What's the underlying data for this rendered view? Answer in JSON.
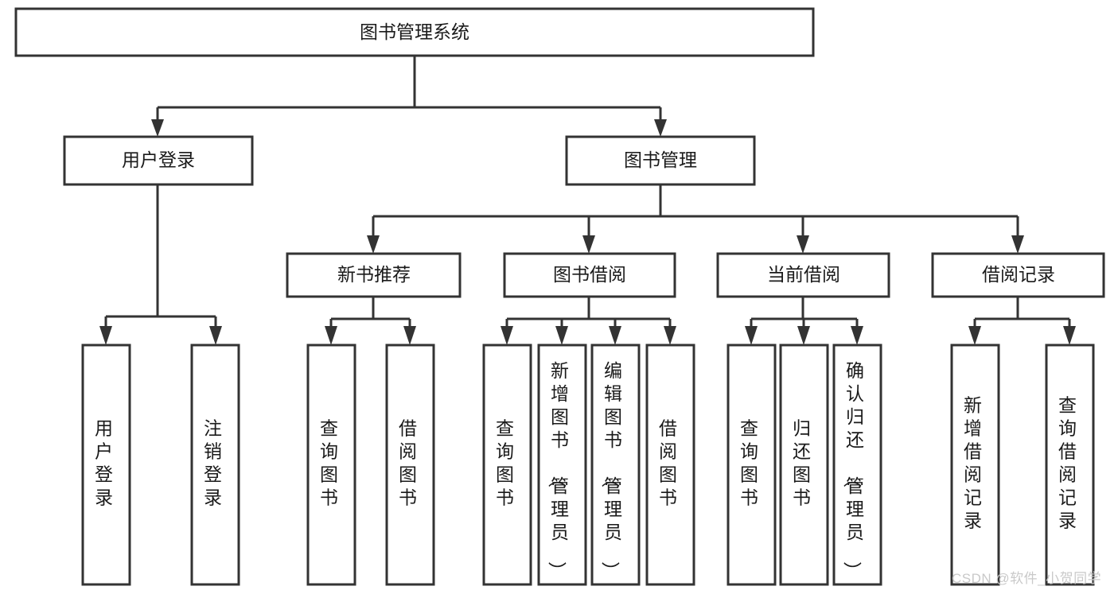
{
  "diagram": {
    "title": "图书管理系统",
    "type": "tree-hierarchy-diagram",
    "colors": {
      "box_stroke": "#333333",
      "box_fill": "#ffffff",
      "text": "#1a1a1a",
      "background": "#ffffff",
      "watermark": "#c9c9c9"
    },
    "root": {
      "label": "图书管理系统"
    },
    "level2": [
      {
        "label": "用户登录"
      },
      {
        "label": "图书管理"
      }
    ],
    "level3": [
      {
        "label": "新书推荐"
      },
      {
        "label": "图书借阅"
      },
      {
        "label": "当前借阅"
      },
      {
        "label": "借阅记录"
      }
    ],
    "leaves": {
      "user_login": [
        {
          "label": "用户登录"
        },
        {
          "label": "注销登录"
        }
      ],
      "new_book_recommend": [
        {
          "label": "查询图书"
        },
        {
          "label": "借阅图书"
        }
      ],
      "book_borrow": [
        {
          "label": "查询图书"
        },
        {
          "label": "新增图书（管理员）"
        },
        {
          "label": "编辑图书（管理员）"
        },
        {
          "label": "借阅图书"
        }
      ],
      "current_borrow": [
        {
          "label": "查询图书"
        },
        {
          "label": "归还图书"
        },
        {
          "label": "确认归还（管理员）"
        }
      ],
      "borrow_record": [
        {
          "label": "新增借阅记录"
        },
        {
          "label": "查询借阅记录"
        }
      ]
    }
  },
  "watermark": {
    "text": "CSDN @软件_小贺同学"
  }
}
